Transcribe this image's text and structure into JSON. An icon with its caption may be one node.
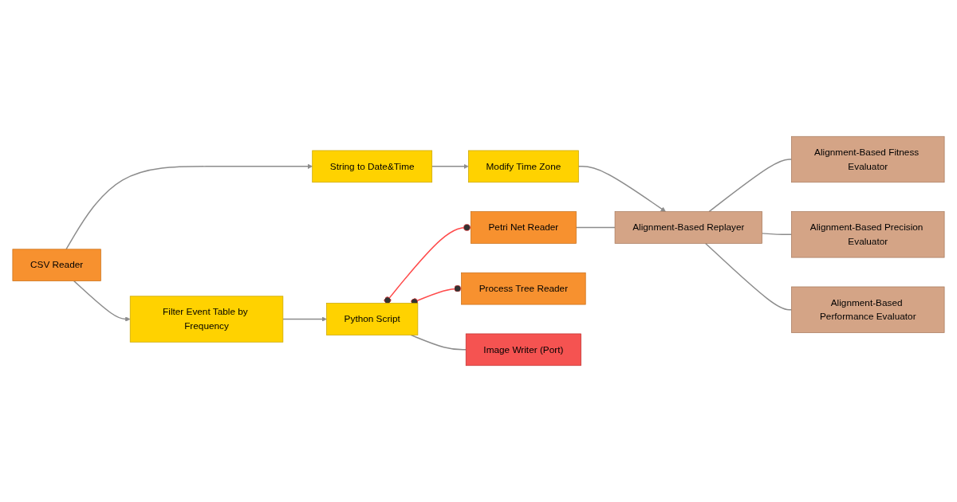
{
  "diagram": {
    "nodes": [
      {
        "text": [
          "CSV Reader"
        ]
      },
      {
        "text": [
          "String to Date&Time"
        ]
      },
      {
        "text": [
          "Modify Time Zone"
        ]
      },
      {
        "text": [
          "Alignment-Based Replayer"
        ]
      },
      {
        "text": [
          "Alignment-Based Fitness Evaluator"
        ]
      },
      {
        "text": [
          "Alignment-Based Precision Evaluator"
        ]
      },
      {
        "text": [
          "Alignment-Based Performance Evaluator"
        ]
      },
      {
        "text": [
          "Filter Event Table by Frequency"
        ]
      },
      {
        "text": [
          "Python Script"
        ]
      },
      {
        "text": [
          "Petri Net Reader"
        ]
      },
      {
        "text": [
          "Process Tree Reader"
        ]
      },
      {
        "text": [
          "Image Writer (Port)"
        ]
      }
    ],
    "edges": [
      {
        "from": 0,
        "to": 1,
        "arrow": "to"
      },
      {
        "from": 1,
        "to": 2,
        "arrow": "to"
      },
      {
        "from": 2,
        "to": 3,
        "arrow": "to"
      },
      {
        "from": 0,
        "to": 7,
        "arrow": "to"
      },
      {
        "from": 7,
        "to": 8,
        "arrow": "to"
      },
      {
        "from": 8,
        "to": 9,
        "arrow": "other",
        "color": "#ff4b4b"
      },
      {
        "from": 8,
        "to": 10,
        "arrow": "other",
        "color": "#ff4b4b"
      },
      {
        "from": 9,
        "to": 3,
        "arrow": "none"
      },
      {
        "from": 8,
        "to": 11,
        "arrow": "none"
      },
      {
        "from": 3,
        "to": 4,
        "arrow": "none"
      },
      {
        "from": 3,
        "to": 5,
        "arrow": "none"
      },
      {
        "from": 3,
        "to": 6,
        "arrow": "none"
      }
    ]
  }
}
